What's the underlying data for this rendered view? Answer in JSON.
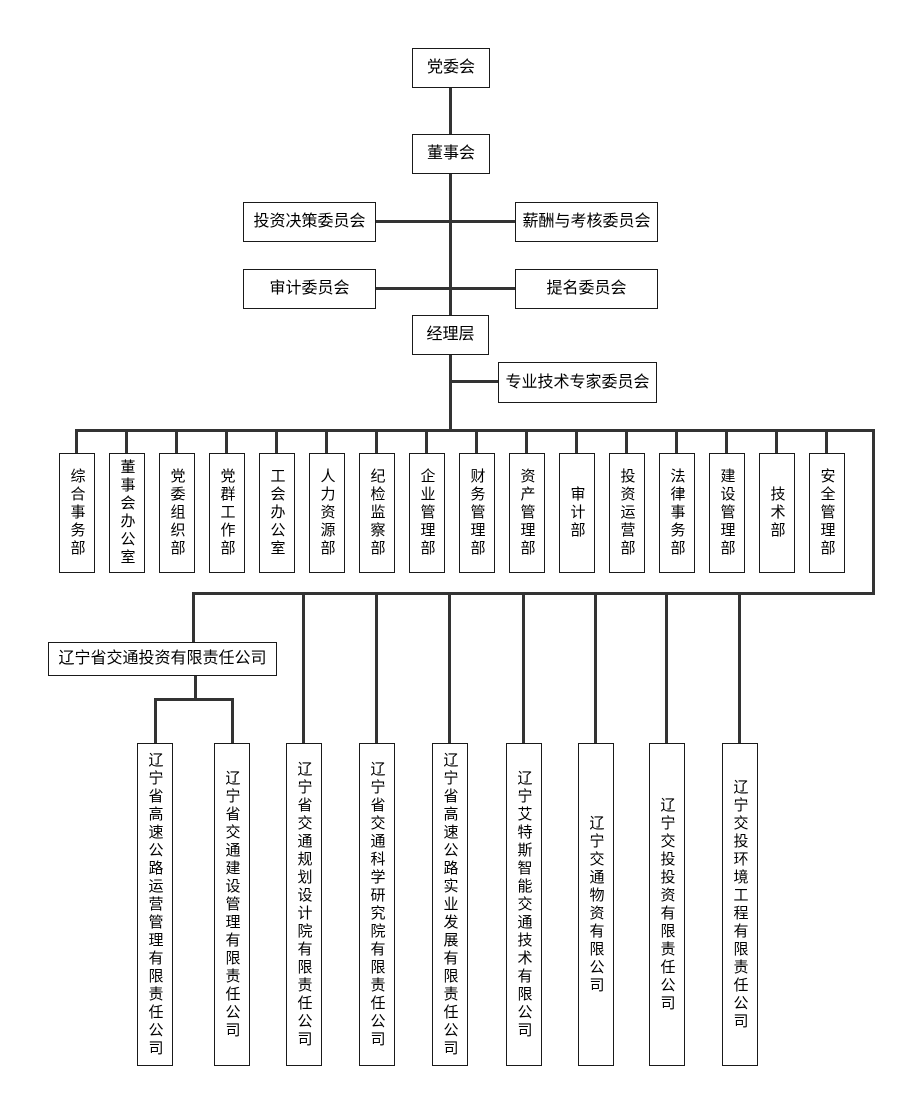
{
  "org": {
    "party_committee": "党委会",
    "board": "董事会",
    "committees": [
      "投资决策委员会",
      "薪酬与考核委员会",
      "审计委员会",
      "提名委员会"
    ],
    "management": "经理层",
    "expert_committee": "专业技术专家委员会",
    "departments": [
      "综合事务部",
      "董事会办公室",
      "党委组织部",
      "党群工作部",
      "工会办公室",
      "人力资源部",
      "纪检监察部",
      "企业管理部",
      "财务管理部",
      "资产管理部",
      "审计部",
      "投资运营部",
      "法律事务部",
      "建设管理部",
      "技术部",
      "安全管理部"
    ],
    "parent_company": "辽宁省交通投资有限责任公司",
    "subsidiaries": [
      "辽宁省高速公路运营管理有限责任公司",
      "辽宁省交通建设管理有限责任公司",
      "辽宁省交通规划设计院有限责任公司",
      "辽宁省交通科学研究院有限责任公司",
      "辽宁省高速公路实业发展有限责任公司",
      "辽宁艾特斯智能交通技术有限公司",
      "辽宁交通物资有限公司",
      "辽宁交投投资有限责任公司",
      "辽宁交投环境工程有限责任公司"
    ],
    "colors": {
      "line": "#333333",
      "border": "#1a1a1a",
      "background": "#ffffff",
      "text": "#000000"
    }
  }
}
